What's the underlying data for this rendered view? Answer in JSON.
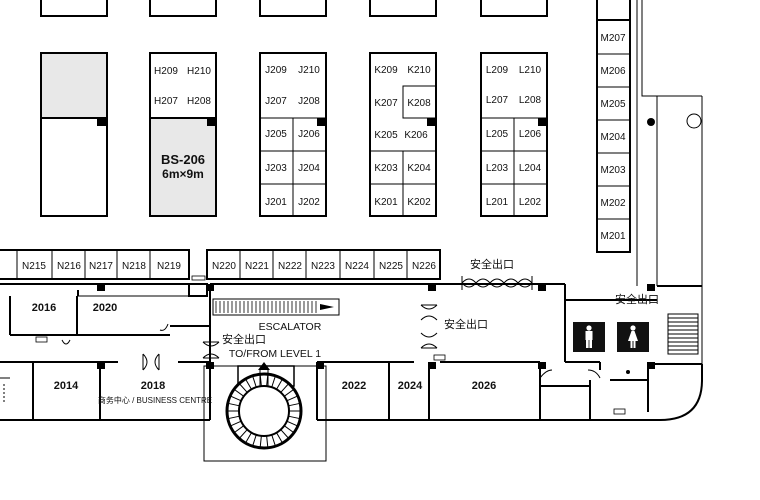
{
  "booth_blocks": [
    {
      "name": "H",
      "cells": [
        [
          "H209",
          "H210"
        ],
        [
          "H207",
          "H208"
        ]
      ]
    },
    {
      "name": "J",
      "cells": [
        [
          "J209",
          "J210"
        ],
        [
          "J207",
          "J208"
        ],
        [
          "J205",
          "J206"
        ],
        [
          "J203",
          "J204"
        ],
        [
          "J201",
          "J202"
        ]
      ]
    },
    {
      "name": "K",
      "cells": [
        [
          "K209",
          "K210"
        ],
        [
          "K207",
          "K208"
        ],
        [
          "K205",
          "K206"
        ],
        [
          "K203",
          "K204"
        ],
        [
          "K201",
          "K202"
        ]
      ]
    },
    {
      "name": "L",
      "cells": [
        [
          "L209",
          "L210"
        ],
        [
          "L207",
          "L208"
        ],
        [
          "L205",
          "L206"
        ],
        [
          "L203",
          "L204"
        ],
        [
          "L201",
          "L202"
        ]
      ]
    }
  ],
  "feature_booth": {
    "code": "BS-206",
    "size": "6m×9m"
  },
  "m_booths": [
    "M207",
    "M206",
    "M205",
    "M204",
    "M203",
    "M202",
    "M201"
  ],
  "n_booths": [
    "N215",
    "N216",
    "N217",
    "N218",
    "N219",
    "N220",
    "N221",
    "N222",
    "N223",
    "N224",
    "N225",
    "N226"
  ],
  "rooms": {
    "r2016": "2016",
    "r2020": "2020",
    "r2014": "2014",
    "r2018": "2018",
    "r2022": "2022",
    "r2024": "2024",
    "r2026": "2026",
    "business_centre": "商务中心 / BUSINESS CENTRE"
  },
  "escalator": {
    "line1": "ESCALATOR",
    "line2": "TO/FROM LEVEL 1"
  },
  "exit_label": "安全出口",
  "icons": {
    "restroom_male": "male-restroom-icon",
    "restroom_female": "female-restroom-icon",
    "fire_door": "fire-door-icon"
  }
}
